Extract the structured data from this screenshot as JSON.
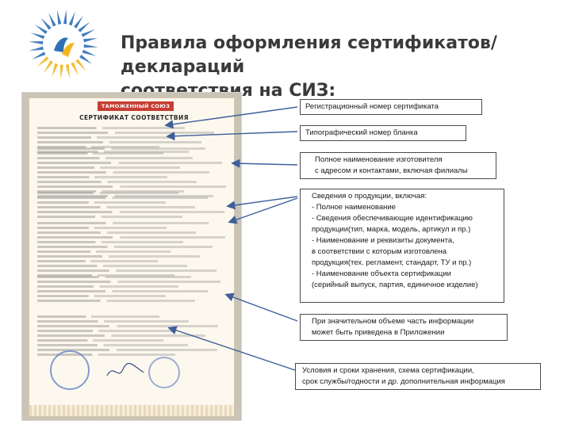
{
  "title": {
    "line1": "Правила оформления сертификатов/деклараций",
    "line2": "соответствия на СИЗ:"
  },
  "document": {
    "header": "ТАМОЖЕННЫЙ СОЮЗ",
    "subheader": "СЕРТИФИКАТ СООТВЕТСТВИЯ"
  },
  "callouts": [
    {
      "id": "reg-number",
      "lines": [
        "Регистрационный номер сертификата"
      ]
    },
    {
      "id": "blank-number",
      "lines": [
        "Типографический номер бланка"
      ]
    },
    {
      "id": "manufacturer",
      "lines": [
        "Полное наименование изготовителя",
        "с адресом и контактами, включая филиалы"
      ]
    },
    {
      "id": "product-info",
      "lines": [
        "Сведения о продукции, включая:",
        "- Полное наименование",
        "- Сведения обеспечивающие идентификацию",
        "продукции(тип, марка, модель, артикул и пр.)",
        "- Наименование и реквизиты документа,",
        "в соответствии с которым изготовлена",
        "продукция(тех. регламент, стандарт, ТУ и пр.)",
        "- Наименование объекта сертификации",
        "(серийный выпуск, партия, единичное изделие)"
      ]
    },
    {
      "id": "appendix",
      "lines": [
        "При значительном объеме часть информации",
        "может быть приведена в Приложении"
      ]
    },
    {
      "id": "storage",
      "lines": [
        "Условия и сроки хранения, схема сертификации,",
        "срок службы/годности и др. дополнительная информация"
      ]
    }
  ],
  "colors": {
    "title": "#3a3a3a",
    "callout_border": "#4a4a4a",
    "arrow": "#3f5f9a",
    "stamp": "#5a7ec2",
    "header_red": "#c63d32"
  },
  "icons": {
    "logo": "fund-social-insurance-logo",
    "certificate": "certificate-scan-image"
  }
}
